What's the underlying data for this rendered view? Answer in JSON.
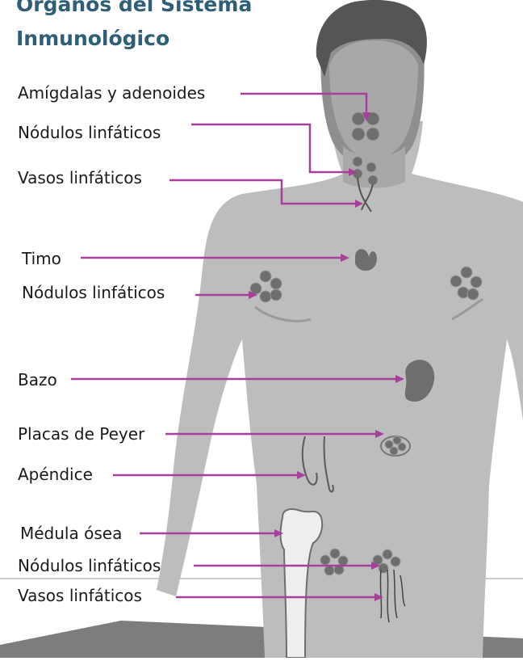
{
  "title_line_1": "Órganos del Sistema",
  "title_line_2": "Inmunológico",
  "labels": {
    "tonsils": "Amígdalas y adenoides",
    "neck_nodes": "Nódulos linfáticos",
    "neck_vessels": "Vasos linfáticos",
    "thymus": "Timo",
    "armpit_nodes": "Nódulos linfáticos",
    "spleen": "Bazo",
    "peyer": "Placas de Peyer",
    "appendix": "Apéndice",
    "marrow": "Médula ósea",
    "groin_nodes": "Nódulos linfáticos",
    "leg_vessels": "Vasos linfáticos"
  },
  "colors": {
    "accent": "#a6409a",
    "body": "#bdbdbd",
    "organ": "#6e6e6e",
    "title": "#2e5e78"
  }
}
